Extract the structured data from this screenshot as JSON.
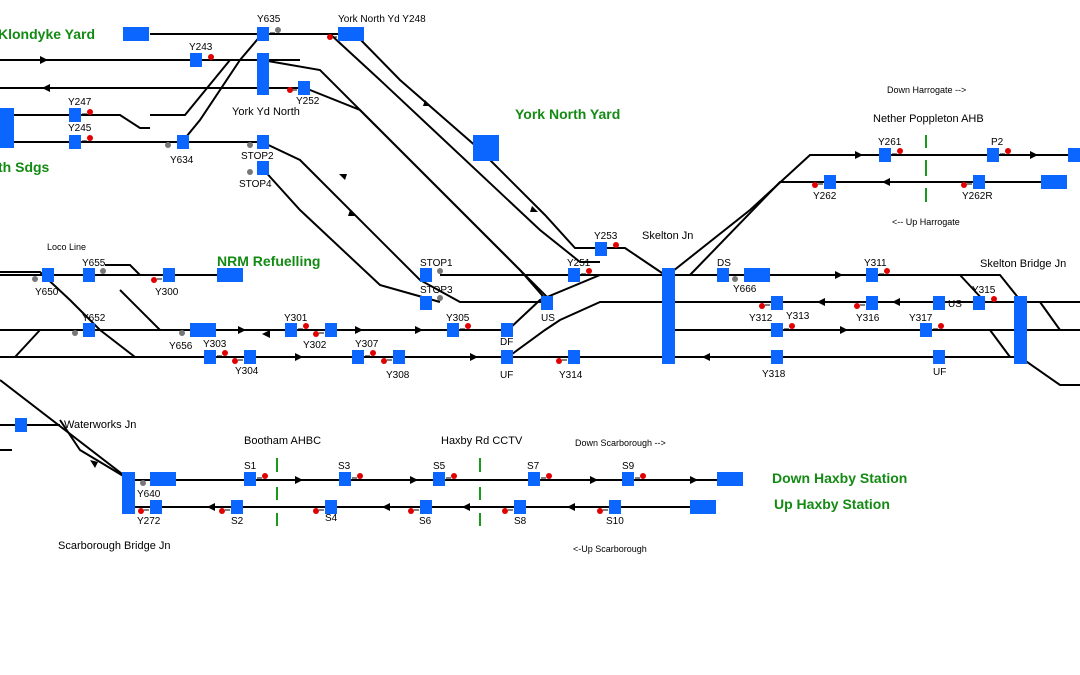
{
  "areas": {
    "klondyke": "Klondyke Yard",
    "north_sdgs": "th Sdgs",
    "york_north_yard": "York North Yard",
    "nrm_refuelling": "NRM Refuelling",
    "down_haxby": "Down Haxby Station",
    "up_haxby": "Up Haxby Station"
  },
  "locations": {
    "york_yd_north": "York Yd North",
    "skelton_jn": "Skelton Jn",
    "nether_poppleton": "Nether Poppleton AHB",
    "skelton_bridge_jn": "Skelton Bridge Jn",
    "waterworks_jn": "Waterworks Jn",
    "bootham": "Bootham AHBC",
    "haxby_rd": "Haxby Rd CCTV",
    "scarborough_bridge_jn": "Scarborough Bridge Jn",
    "loco_line": "Loco Line"
  },
  "directions": {
    "down_harrogate": "Down Harrogate -->",
    "up_harrogate": "<-- Up Harrogate",
    "down_scarborough": "Down Scarborough -->",
    "up_scarborough": "<-Up Scarborough"
  },
  "signals": {
    "y635": "Y635",
    "y248": "York North Yd Y248",
    "y243": "Y243",
    "y252": "Y252",
    "y247": "Y247",
    "y245": "Y245",
    "y634": "Y634",
    "stop2": "STOP2",
    "stop4": "STOP4",
    "y261": "Y261",
    "p2": "P2",
    "y262": "Y262",
    "y262r": "Y262R",
    "y253": "Y253",
    "y251": "Y251",
    "ds": "DS",
    "y666": "Y666",
    "y311": "Y311",
    "y315": "Y315",
    "y312": "Y312",
    "y313": "Y313",
    "y316": "Y316",
    "us_right": "US",
    "y317": "Y317",
    "uf_right": "UF",
    "y318": "Y318",
    "y655": "Y655",
    "y650": "Y650",
    "y300": "Y300",
    "stop1": "STOP1",
    "stop3": "STOP3",
    "us_mid": "US",
    "y652": "Y652",
    "y656": "Y656",
    "y303": "Y303",
    "y304": "Y304",
    "y301": "Y301",
    "y302": "Y302",
    "y307": "Y307",
    "y308": "Y308",
    "y305": "Y305",
    "df": "DF",
    "uf_mid": "UF",
    "y314": "Y314",
    "s1": "S1",
    "s2": "S2",
    "s3": "S3",
    "s4": "S4",
    "s5": "S5",
    "s6": "S6",
    "s7": "S7",
    "s8": "S8",
    "s9": "S9",
    "s10": "S10",
    "y640": "Y640",
    "y272": "Y272"
  },
  "colors": {
    "berth": "#0a66ff",
    "signal_on": "#e00000",
    "track": "#000000",
    "label_green": "#138a13"
  }
}
